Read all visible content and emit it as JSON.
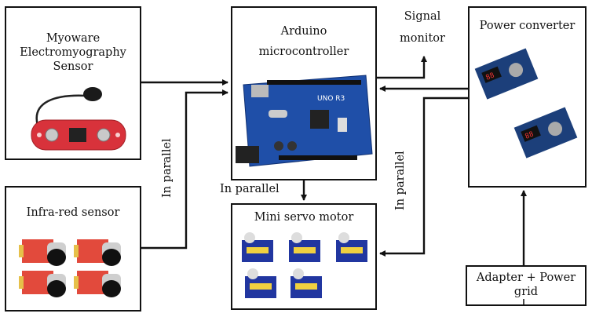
{
  "nodes": {
    "myoware": {
      "title_line1": "Myoware",
      "title_line2": "Electromyography",
      "title_line3": "Sensor"
    },
    "infrared": {
      "title": "Infra-red sensor"
    },
    "arduino": {
      "title_line1": "Arduino",
      "title_line2": "microcontroller",
      "board_text": "UNO R3"
    },
    "servo": {
      "title": "Mini servo motor"
    },
    "power": {
      "title": "Power converter"
    },
    "adapter": {
      "title_line1": "Adapter + Power",
      "title_line2": "grid"
    }
  },
  "edge_labels": {
    "signal_line1": "Signal",
    "signal_line2": "monitor",
    "parallel_left": "In parallel",
    "parallel_mid": "In parallel",
    "parallel_right": "In parallel"
  },
  "colors": {
    "board_blue": "#1f4fa8",
    "sensor_red": "#d8323b",
    "servo_blue": "#2136a0",
    "converter_blue": "#1c3f7a",
    "ir_red": "#e24a3c"
  }
}
